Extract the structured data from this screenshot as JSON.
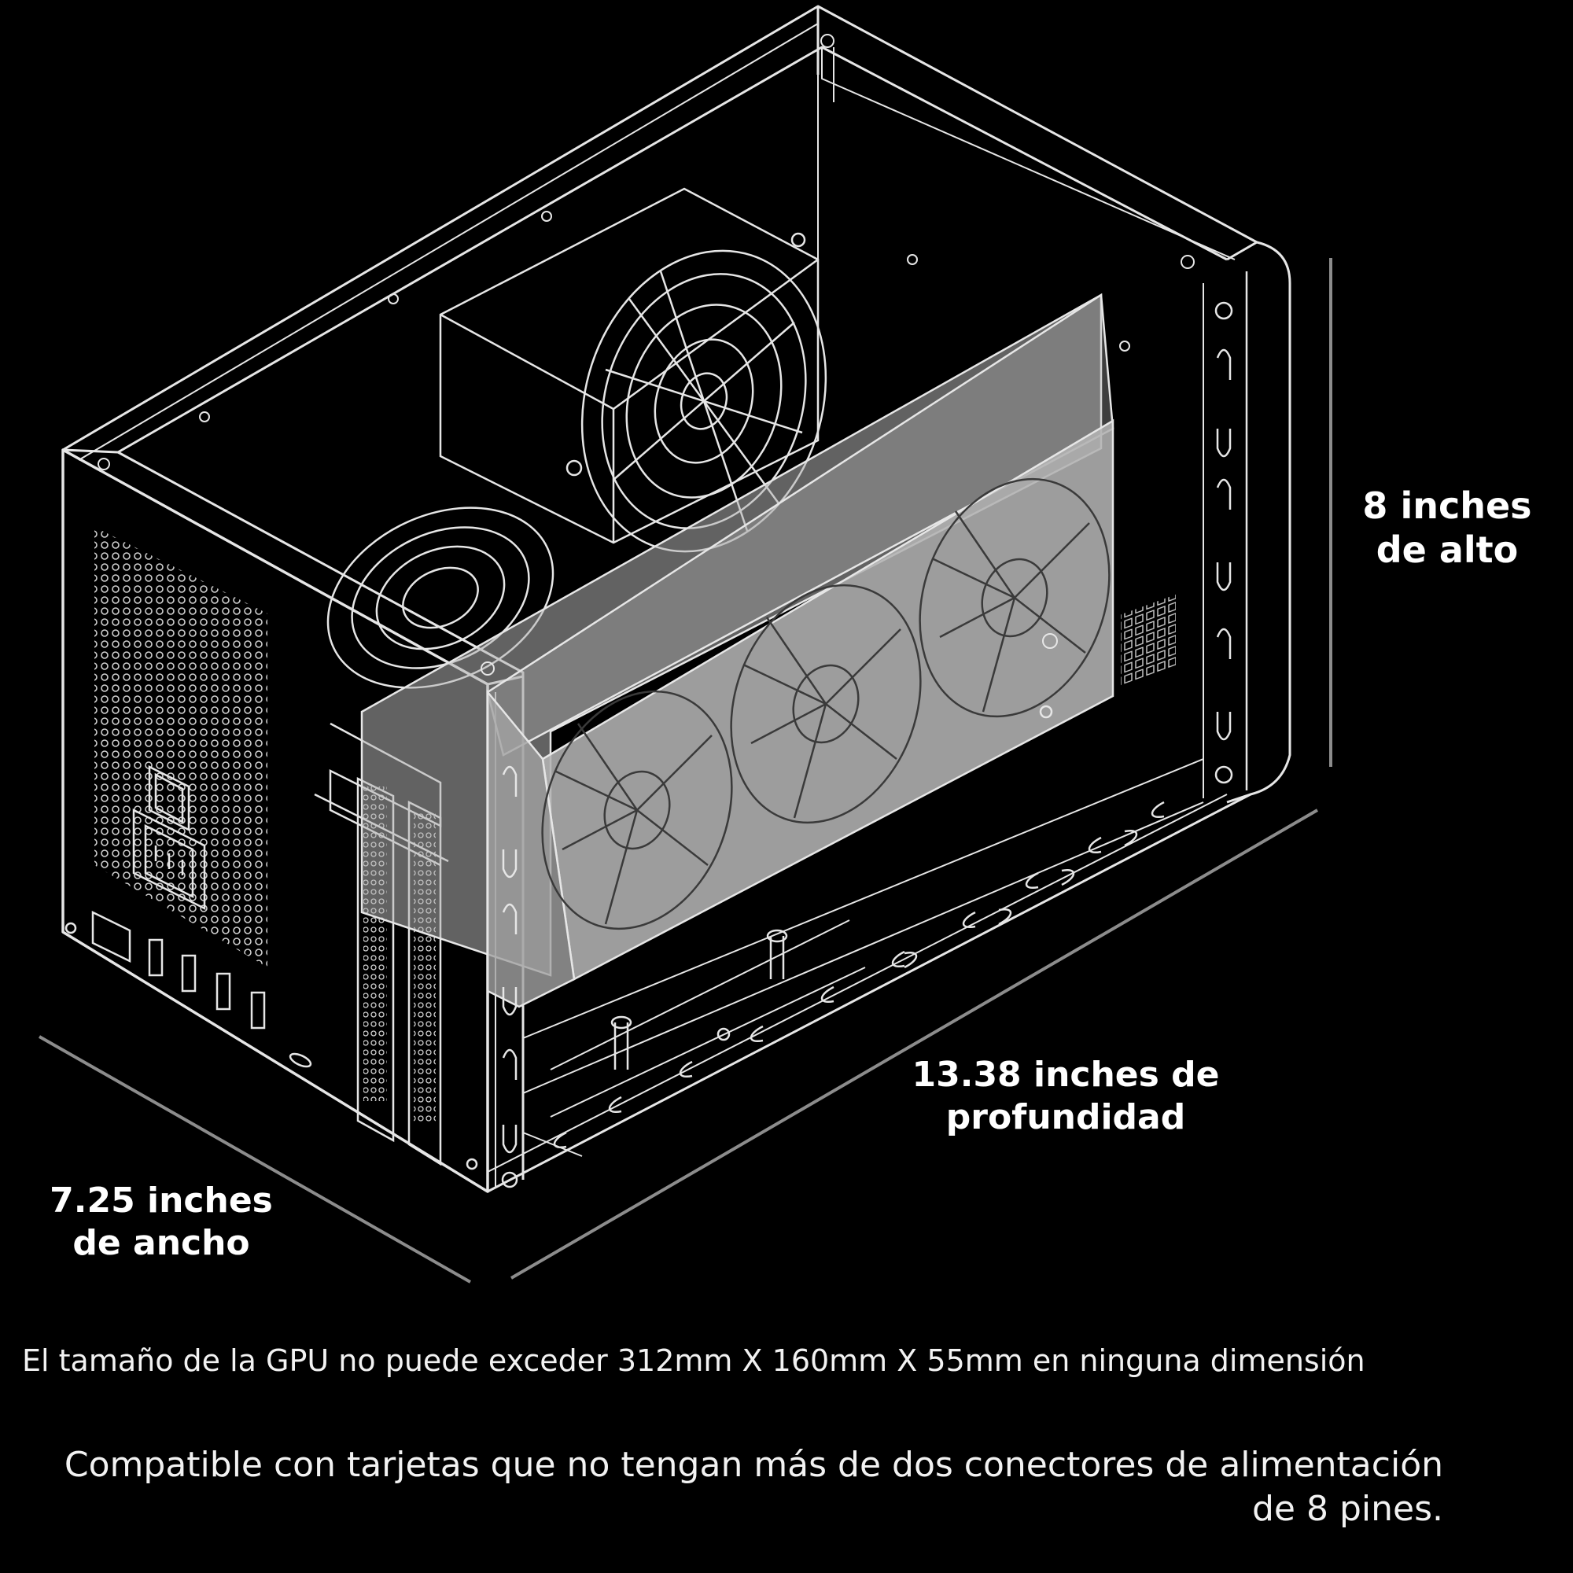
{
  "colors": {
    "background": "#000000",
    "line": "#e6e6e6",
    "gpu_fill": "#b3b3b3",
    "dimension_line": "#8c8c8c",
    "text": "#ffffff"
  },
  "labels": {
    "height": {
      "line1": "8 inches",
      "line2": "de alto"
    },
    "depth": {
      "line1": "13.38 inches de",
      "line2": "profundidad"
    },
    "width": {
      "line1": "7.25 inches",
      "line2": "de ancho"
    }
  },
  "notes": {
    "gpu_size": "El tamaño de la GPU no puede exceder 312mm X 160mm X 55mm en ninguna dimensión",
    "compat_line1": "Compatible con tarjetas que no tengan más de dos conectores de alimentación",
    "compat_line2": "de 8 pines."
  }
}
